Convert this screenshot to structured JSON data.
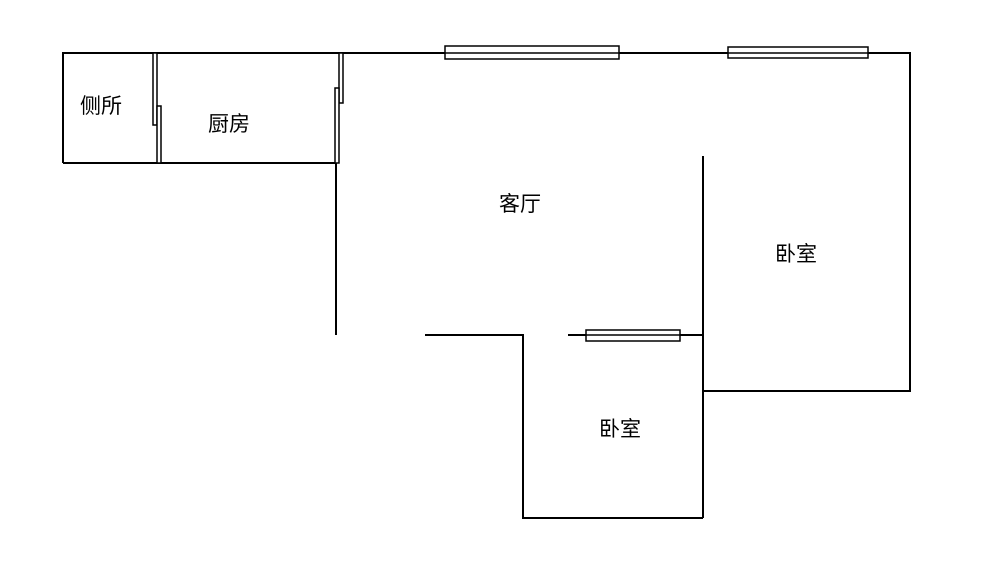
{
  "plan": {
    "rooms": [
      {
        "id": "toilet",
        "label": "侧所"
      },
      {
        "id": "kitchen",
        "label": "厨房"
      },
      {
        "id": "living",
        "label": "客厅"
      },
      {
        "id": "bedroom-right",
        "label": "卧室"
      },
      {
        "id": "bedroom-bottom",
        "label": "卧室"
      }
    ],
    "line_color": "#000000",
    "background": "#ffffff"
  }
}
